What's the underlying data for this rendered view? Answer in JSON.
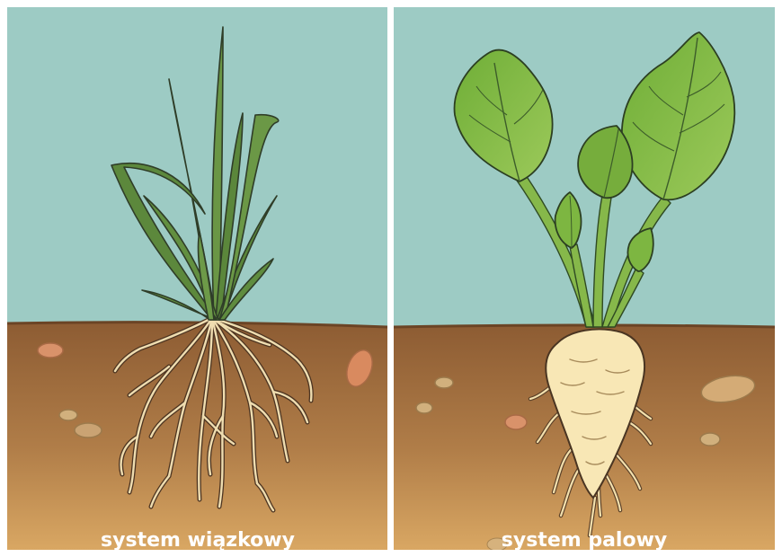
{
  "panels": {
    "left": {
      "caption": "system wiązkowy",
      "plant": "grass"
    },
    "right": {
      "caption": "system palowy",
      "plant": "beet"
    }
  },
  "colors": {
    "sky": "#9dcbc4",
    "soil_top": "#8b5a32",
    "soil_bottom": "#d9a462",
    "soil_line": "#6b4425",
    "grass_leaf": "#5c8a3c",
    "leaf_green": "#7fb83e",
    "root": "#f3e2b3",
    "root_outline": "#5a4028",
    "taproot": "#f8e7b5"
  }
}
